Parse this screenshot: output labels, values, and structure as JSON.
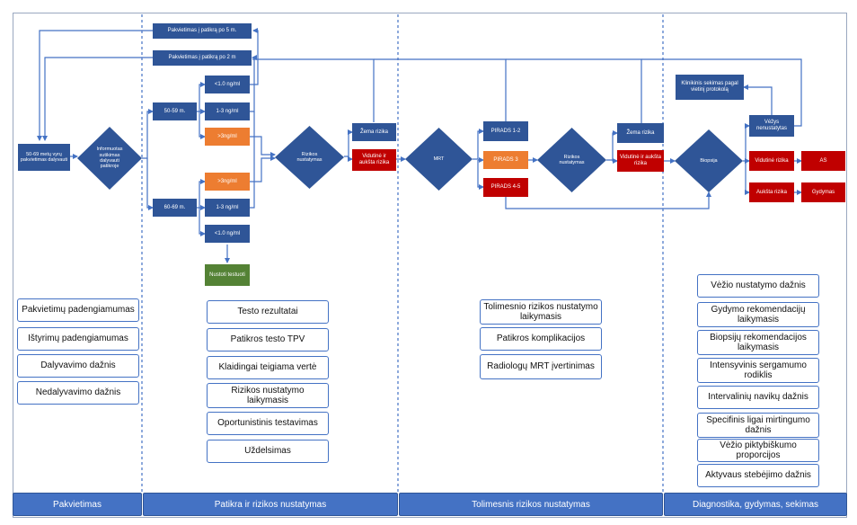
{
  "stages": [
    {
      "id": "invitation",
      "label": "Pakvietimas"
    },
    {
      "id": "screening",
      "label": "Patikra ir rizikos nustatymas"
    },
    {
      "id": "further_risk",
      "label": "Tolimesnis rizikos nustatymas"
    },
    {
      "id": "diagnostics",
      "label": "Diagnostika, gydymas, sekimas"
    }
  ],
  "nodes": {
    "invite_men": "50-69 metų vyrų pakvietimas dalyvauti",
    "informed_consent": "Informuotas sutikimas dalyvauti patikroje",
    "invite_5y": "Pakvietimas į patikrą po 5 m.",
    "invite_2y": "Pakvietimas į patikrą po 2 m",
    "age_50_59": "50-59 m.",
    "age_60_69": "60-69 m.",
    "psa_lt1_a": "<1.0 ng/ml",
    "psa_1_3_a": "1-3 ng/ml",
    "psa_gt3_a": ">3ng/ml",
    "psa_gt3_b": ">3ng/ml",
    "psa_1_3_b": "1-3 ng/ml",
    "psa_lt1_b": "<1.0 ng/ml",
    "stop_testing": "Nustoti testuoti",
    "risk_assess_1": "Rizikos nustatymas",
    "low_risk_1": "Žema rizika",
    "mid_high_risk_1": "Vidutinė ir aukšta rizika",
    "mri": "MRT",
    "pirads_1_2": "PIRADS 1-2",
    "pirads_3": "PIRADS 3",
    "pirads_4_5": "PIRADS 4-5",
    "risk_assess_2": "Rizikos nustatymas",
    "low_risk_2": "Žema rizika",
    "mid_high_risk_2": "Vidutinė ir aukšta rizika",
    "biopsy": "Biopsija",
    "clinical_followup": "Klinikinis sekimas pagal vietinį protokolą",
    "cancer_not_found": "Vėžys nenustatytas",
    "intermediate_risk": "Vidutinė rizika",
    "as": "AS",
    "high_risk": "Aukšta rizika",
    "treatment": "Gydymas"
  },
  "metrics": {
    "invitation": [
      "Pakvietimų padengiamumas",
      "Ištyrimų padengiamumas",
      "Dalyvavimo dažnis",
      "Nedalyvavimo dažnis"
    ],
    "screening": [
      "Testo rezultatai",
      "Patikros testo TPV",
      "Klaidingai teigiama vertė",
      "Rizikos nustatymo laikymasis",
      "Oportunistinis testavimas",
      "Uždelsimas"
    ],
    "further_risk": [
      "Tolimesnio rizikos nustatymo laikymasis",
      "Patikros komplikacijos",
      "Radiologų MRT įvertinimas"
    ],
    "diagnostics": [
      "Vėžio nustatymo dažnis",
      "Gydymo rekomendacijų laikymasis",
      "Biopsijų rekomendacijos laikymasis",
      "Intensyvinis sergamumo rodiklis",
      "Intervalinių navikų dažnis",
      "Specifinis ligai mirtingumo dažnis",
      "Vėžio piktybiškumo proporcijos",
      "Aktyvaus stebėjimo dažnis"
    ]
  },
  "colors": {
    "navy": "#2f5597",
    "orange": "#ed7d31",
    "red": "#c00000",
    "green": "#548235",
    "phase_bar": "#4472c4",
    "connector": "#4472c4"
  }
}
